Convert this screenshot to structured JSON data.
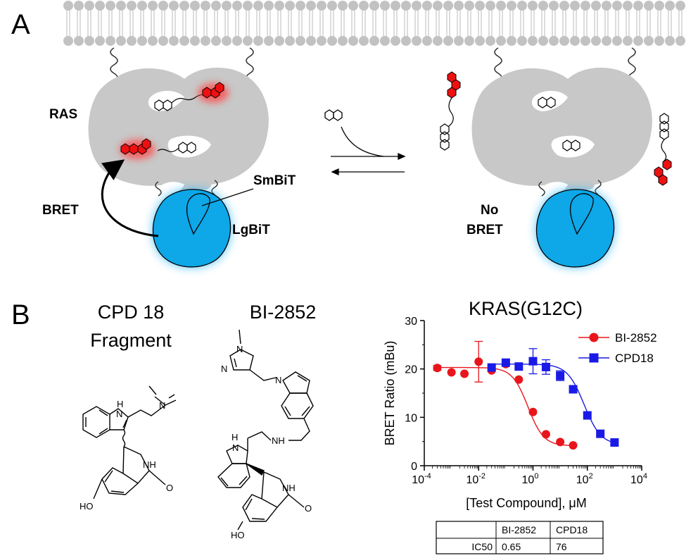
{
  "panel_a": {
    "letter": "A",
    "labels": {
      "ras": "RAS",
      "bret": "BRET",
      "smbit": "SmBiT",
      "lgbit": "LgBiT",
      "no": "No",
      "no_bret": "BRET"
    }
  },
  "panel_b": {
    "letter": "B",
    "compound1": {
      "title_line1": "CPD 18",
      "title_line2": "Fragment",
      "atoms": {
        "h": "H",
        "n_ring": "N",
        "n_amine": "N",
        "nh": "NH",
        "o": "O",
        "ho": "HO"
      }
    },
    "compound2": {
      "title": "BI-2852",
      "atoms": {
        "n_me": "N",
        "n_im": "N",
        "n_indole": "N",
        "h": "H",
        "n_indole2": "N",
        "nh_link": "NH",
        "nh_lactam": "NH",
        "o": "O",
        "ho": "HO"
      }
    }
  },
  "chart_data": {
    "type": "scatter",
    "title": "KRAS(G12C)",
    "xlabel": "[Test Compound], μM",
    "ylabel": "BRET Ratio (mBu)",
    "xscale": "log",
    "xlim": [
      0.0001,
      10000
    ],
    "ylim": [
      0,
      30
    ],
    "x_ticks": [
      "10",
      "10",
      "10",
      "10",
      "10"
    ],
    "x_tick_exponents": [
      "-4",
      "-2",
      "0",
      "2",
      "4"
    ],
    "y_ticks": [
      "0",
      "10",
      "20",
      "30"
    ],
    "legend_position": "top-right",
    "series": [
      {
        "name": "BI-2852",
        "color": "#e8151b",
        "marker": "circle",
        "x": [
          0.0003,
          0.001,
          0.003,
          0.01,
          0.03,
          0.1,
          0.3,
          1,
          3,
          10,
          30
        ],
        "y": [
          20.2,
          19.3,
          19.0,
          21.5,
          19.7,
          21.0,
          17.8,
          11.1,
          6.5,
          4.9,
          4.2
        ],
        "err": [
          0.5,
          0.3,
          0.3,
          4.2,
          0.4,
          0.3,
          0.4,
          0.3,
          0.3,
          0.2,
          0.2
        ],
        "fit": {
          "top": 20.3,
          "bottom": 4.1,
          "ic50": 0.65,
          "hill": 1.5
        }
      },
      {
        "name": "CPD18",
        "color": "#1a1ae6",
        "marker": "square",
        "x": [
          0.03,
          0.1,
          0.3,
          1,
          3,
          10,
          30,
          100,
          300,
          1000
        ],
        "y": [
          20.3,
          21.3,
          20.5,
          21.6,
          20.4,
          18.6,
          15.8,
          10.4,
          6.6,
          4.8
        ],
        "err": [
          0.3,
          0.3,
          0.3,
          2.6,
          1.5,
          1.0,
          0.3,
          0.3,
          0.3,
          0.3
        ],
        "fit": {
          "top": 21.0,
          "bottom": 4.3,
          "ic50": 76,
          "hill": 1.4
        }
      }
    ]
  },
  "ic50_table": {
    "headers": [
      "",
      "BI-2852",
      "CPD18"
    ],
    "rows": [
      [
        "IC50",
        "0.65",
        "76"
      ]
    ]
  }
}
